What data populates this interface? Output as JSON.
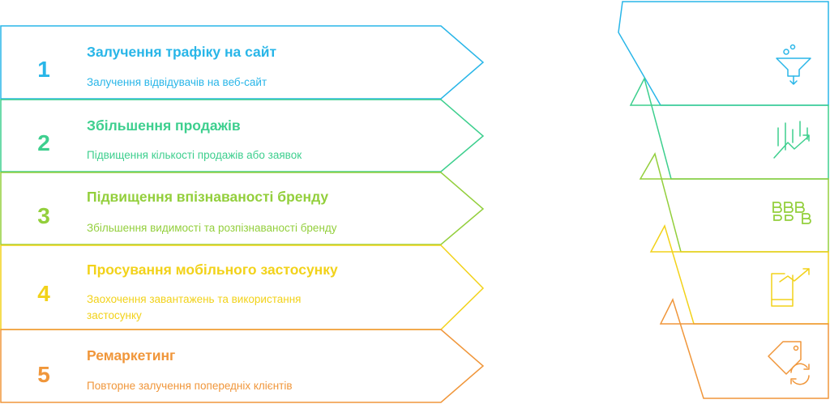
{
  "colors": {
    "step1": "#29b6e8",
    "step2": "#3dcf8e",
    "step3": "#93cf3c",
    "step4": "#f2d21a",
    "step5": "#f0963a"
  },
  "steps": [
    {
      "number": "1",
      "title": "Залучення трафіку на сайт",
      "description": "Залучення відвідувачів на веб-сайт",
      "icon": "funnel-icon"
    },
    {
      "number": "2",
      "title": "Збільшення продажів",
      "description": "Підвищення кількості продажів або заявок",
      "icon": "growth-chart-icon"
    },
    {
      "number": "3",
      "title": "Підвищення впізнаваності бренду",
      "description": "Збільшення видимості та розпізнаваності бренду",
      "icon": "brand-icon"
    },
    {
      "number": "4",
      "title": "Просування мобільного застосунку",
      "description": "Заохочення завантажень та використання застосунку",
      "icon": "mobile-growth-icon"
    },
    {
      "number": "5",
      "title": "Ремаркетинг",
      "description": "Повторне залучення попередніх клієнтів",
      "icon": "refresh-tag-icon"
    }
  ]
}
